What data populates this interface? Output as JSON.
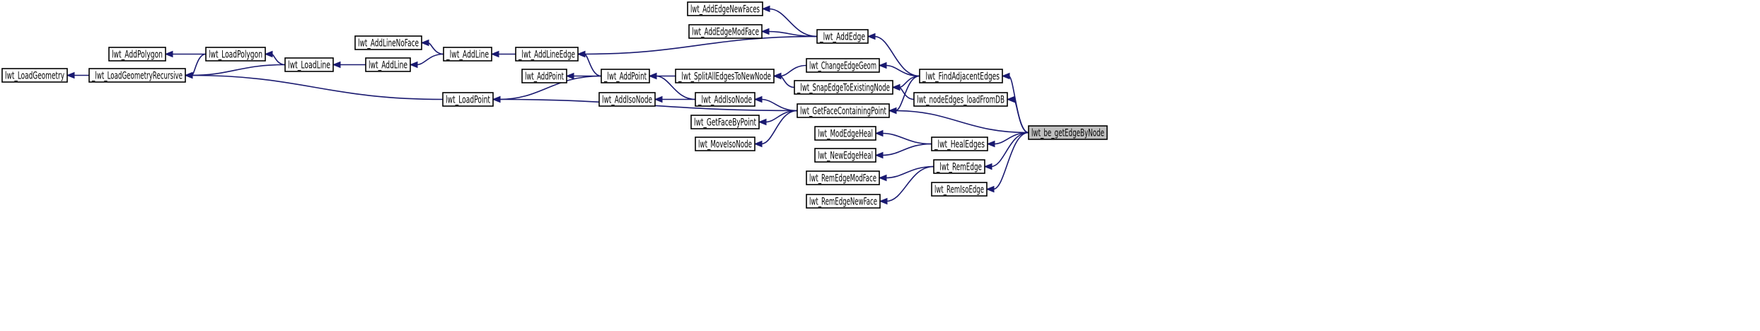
{
  "graph": {
    "root": "lwt_be_getEdgeByNode",
    "colors": {
      "edge": "#191970",
      "node_border": "#000000",
      "node_fill": "#ffffff",
      "root_fill": "#bfbfbf"
    },
    "nodes": {
      "lwt_LoadGeometry": "lwt_LoadGeometry",
      "_lwt_LoadGeometryRecursive": "_lwt_LoadGeometryRecursive",
      "lwt_AddPolygon": "lwt_AddPolygon",
      "lwt_LoadPolygon": "lwt_LoadPolygon",
      "lwt_LoadLine": "lwt_LoadLine",
      "lwt_AddLine": "lwt_AddLine",
      "lwt_AddLineNoFace": "lwt_AddLineNoFace",
      "_lwt_AddLine": "_lwt_AddLine",
      "_lwt_AddLineEdge": "_lwt_AddLineEdge",
      "lwt_LoadPoint": "lwt_LoadPoint",
      "lwt_AddPoint": "lwt_AddPoint",
      "_lwt_AddPoint": "_lwt_AddPoint",
      "lwt_AddIsoNode": "lwt_AddIsoNode",
      "_lwt_AddIsoNode": "_lwt_AddIsoNode",
      "lwt_GetFaceByPoint": "lwt_GetFaceByPoint",
      "lwt_MoveIsoNode": "lwt_MoveIsoNode",
      "lwt_AddEdgeNewFaces": "lwt_AddEdgeNewFaces",
      "lwt_AddEdgeModFace": "lwt_AddEdgeModFace",
      "_lwt_AddEdge": "_lwt_AddEdge",
      "_lwt_SplitAllEdgesToNewNode": "_lwt_SplitAllEdgesToNewNode",
      "lwt_ChangeEdgeGeom": "lwt_ChangeEdgeGeom",
      "_lwt_SnapEdgeToExistingNode": "_lwt_SnapEdgeToExistingNode",
      "lwt_GetFaceContainingPoint": "lwt_GetFaceContainingPoint",
      "_lwt_FindAdjacentEdges": "_lwt_FindAdjacentEdges",
      "lwt_nodeEdges_loadFromDB": "lwt_nodeEdges_loadFromDB",
      "lwt_ModEdgeHeal": "lwt_ModEdgeHeal",
      "lwt_NewEdgeHeal": "lwt_NewEdgeHeal",
      "_lwt_HealEdges": "_lwt_HealEdges",
      "lwt_RemEdgeModFace": "lwt_RemEdgeModFace",
      "lwt_RemEdgeNewFace": "lwt_RemEdgeNewFace",
      "_lwt_RemEdge": "_lwt_RemEdge",
      "lwt_RemIsoEdge": "lwt_RemIsoEdge",
      "lwt_be_getEdgeByNode": "lwt_be_getEdgeByNode"
    },
    "edges": [
      [
        "_lwt_LoadGeometryRecursive",
        "lwt_LoadGeometry"
      ],
      [
        "lwt_LoadPolygon",
        "lwt_AddPolygon"
      ],
      [
        "lwt_LoadPolygon",
        "_lwt_LoadGeometryRecursive"
      ],
      [
        "lwt_LoadLine",
        "lwt_LoadPolygon"
      ],
      [
        "lwt_LoadLine",
        "_lwt_LoadGeometryRecursive"
      ],
      [
        "lwt_AddLine",
        "lwt_LoadLine"
      ],
      [
        "_lwt_AddLine",
        "lwt_AddLineNoFace"
      ],
      [
        "_lwt_AddLine",
        "lwt_AddLine"
      ],
      [
        "_lwt_AddLineEdge",
        "_lwt_AddLine"
      ],
      [
        "lwt_LoadPoint",
        "_lwt_LoadGeometryRecursive"
      ],
      [
        "_lwt_AddPoint",
        "_lwt_AddLineEdge"
      ],
      [
        "_lwt_AddPoint",
        "lwt_AddPoint"
      ],
      [
        "_lwt_AddPoint",
        "lwt_LoadPoint"
      ],
      [
        "_lwt_AddIsoNode",
        "_lwt_AddPoint"
      ],
      [
        "_lwt_AddIsoNode",
        "lwt_AddIsoNode"
      ],
      [
        "_lwt_AddEdge",
        "lwt_AddEdgeNewFaces"
      ],
      [
        "_lwt_AddEdge",
        "lwt_AddEdgeModFace"
      ],
      [
        "_lwt_AddEdge",
        "_lwt_AddLineEdge"
      ],
      [
        "_lwt_SplitAllEdgesToNewNode",
        "_lwt_AddPoint"
      ],
      [
        "lwt_ChangeEdgeGeom",
        "_lwt_SplitAllEdgesToNewNode"
      ],
      [
        "_lwt_SnapEdgeToExistingNode",
        "_lwt_SplitAllEdgesToNewNode"
      ],
      [
        "lwt_GetFaceContainingPoint",
        "_lwt_AddIsoNode"
      ],
      [
        "lwt_GetFaceContainingPoint",
        "lwt_GetFaceByPoint"
      ],
      [
        "lwt_GetFaceContainingPoint",
        "lwt_MoveIsoNode"
      ],
      [
        "lwt_GetFaceContainingPoint",
        "lwt_LoadPoint"
      ],
      [
        "_lwt_FindAdjacentEdges",
        "_lwt_AddEdge"
      ],
      [
        "_lwt_FindAdjacentEdges",
        "lwt_ChangeEdgeGeom"
      ],
      [
        "_lwt_FindAdjacentEdges",
        "_lwt_SnapEdgeToExistingNode"
      ],
      [
        "_lwt_FindAdjacentEdges",
        "lwt_GetFaceContainingPoint"
      ],
      [
        "lwt_nodeEdges_loadFromDB",
        "_lwt_SnapEdgeToExistingNode"
      ],
      [
        "_lwt_HealEdges",
        "lwt_ModEdgeHeal"
      ],
      [
        "_lwt_HealEdges",
        "lwt_NewEdgeHeal"
      ],
      [
        "_lwt_RemEdge",
        "lwt_RemEdgeModFace"
      ],
      [
        "_lwt_RemEdge",
        "lwt_RemEdgeNewFace"
      ],
      [
        "lwt_be_getEdgeByNode",
        "_lwt_FindAdjacentEdges"
      ],
      [
        "lwt_be_getEdgeByNode",
        "lwt_nodeEdges_loadFromDB"
      ],
      [
        "lwt_be_getEdgeByNode",
        "lwt_GetFaceContainingPoint"
      ],
      [
        "lwt_be_getEdgeByNode",
        "_lwt_HealEdges"
      ],
      [
        "lwt_be_getEdgeByNode",
        "_lwt_RemEdge"
      ],
      [
        "lwt_be_getEdgeByNode",
        "lwt_RemIsoEdge"
      ]
    ]
  }
}
